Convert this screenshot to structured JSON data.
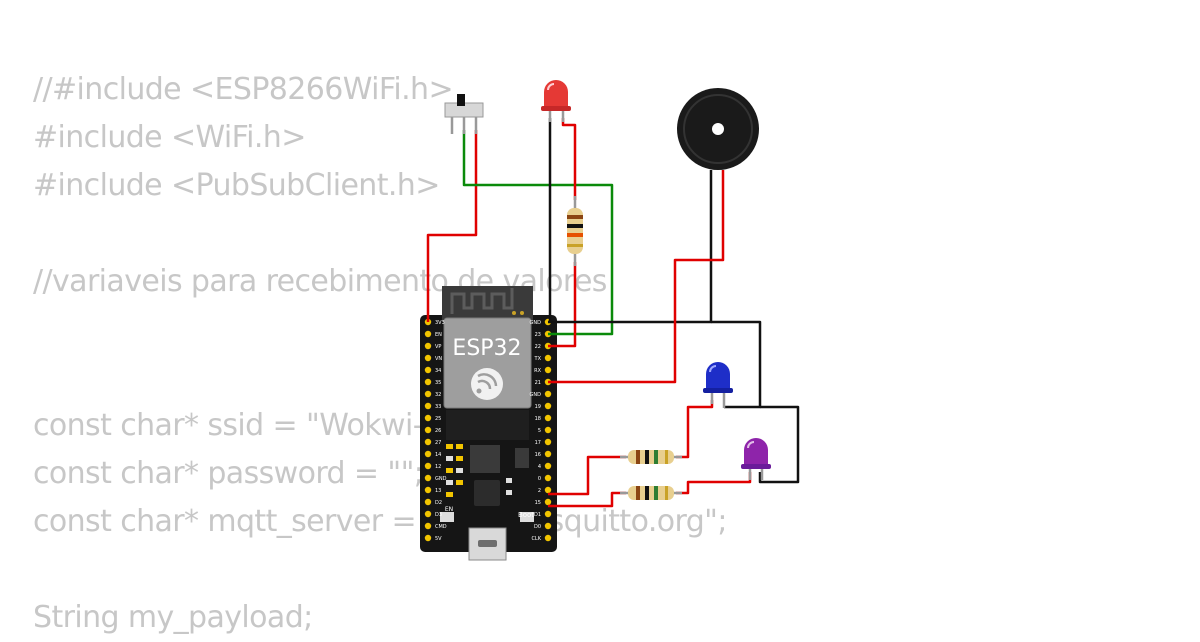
{
  "code_lines": [
    "//#include <ESP8266WiFi.h>",
    "#include <WiFi.h>",
    "#include <PubSubClient.h>",
    "",
    "//variaveis para recebimento de valores",
    "",
    "",
    "const char* ssid = \"Wokwi-GUEST\";",
    "const char* password = \"\";",
    "const char* mqtt_server = \"test.mosquitto.org\";",
    "",
    "String my_payload;"
  ],
  "board": {
    "label": "ESP32",
    "boot_label": "Boot",
    "en_label": "EN",
    "left_pins": [
      "3V3",
      "EN",
      "VP",
      "VN",
      "34",
      "35",
      "32",
      "33",
      "25",
      "26",
      "27",
      "14",
      "12",
      "GND",
      "13",
      "D2",
      "D3",
      "CMD",
      "5V"
    ],
    "right_pins": [
      "GND",
      "23",
      "22",
      "TX",
      "RX",
      "21",
      "GND",
      "19",
      "18",
      "5",
      "17",
      "16",
      "4",
      "0",
      "2",
      "15",
      "D1",
      "D0",
      "CLK"
    ]
  },
  "components": {
    "leds": [
      {
        "name": "red-led",
        "color": "#e53935"
      },
      {
        "name": "blue-led",
        "color": "#1e2ec8"
      },
      {
        "name": "purple-led",
        "color": "#8e24aa"
      }
    ],
    "wire_colors": {
      "red": "#e00000",
      "green": "#0a8a0a",
      "black": "#111111"
    }
  }
}
